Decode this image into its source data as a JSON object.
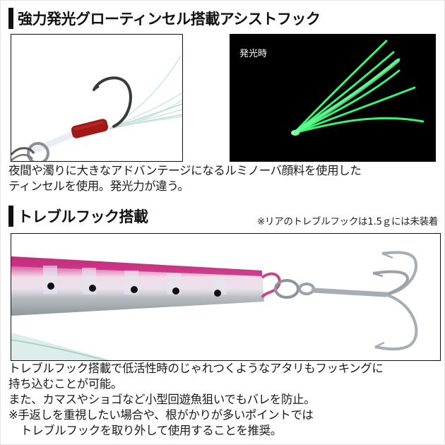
{
  "section1": {
    "heading": "強力発光グローティンセル搭載アシストフック",
    "photo_hook": {
      "alt": "assist hook with red thread wrap and tinsel"
    },
    "photo_glow": {
      "label": "発光時"
    },
    "description": [
      "夜間や濁りに大きなアドバンテージになるルミノーバ顔料を使用した",
      "ティンセルを使用。発光力が違う。"
    ]
  },
  "section2": {
    "heading": "トレブルフック搭載",
    "note": "※リアのトレブルフックは1.5ｇには未装着",
    "photo_lure": {
      "alt": "pink jig tail with treble hook"
    },
    "description": [
      "トレブルフック搭載で低活性時のじゃれつくようなアタリもフッキングに",
      "持ち込むことが可能。",
      "また、カマスやショゴなど小型回遊魚狙いでもバレを防止。",
      "※手返しを重視したい場合や、根がかりが多いポイントでは",
      "トレブルフックを取り外して使用することを推奨。"
    ]
  },
  "colors": {
    "heading_bar": "#111111",
    "glow_green": "#3cff7a",
    "lure_pink": "#d0478f",
    "thread_red": "#a01818",
    "photo_border": "#111111"
  }
}
